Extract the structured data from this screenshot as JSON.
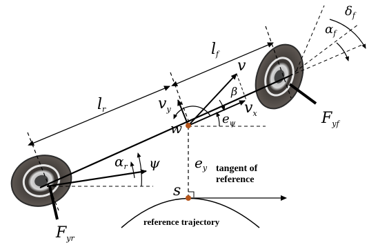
{
  "labels": {
    "lf": "l",
    "lf_sub": "f",
    "lr": "l",
    "lr_sub": "r",
    "v": "v",
    "vy": "v",
    "vy_sub": "y",
    "vx": "v",
    "vx_sub": "x",
    "beta": "β",
    "w": "w",
    "epsi": "e",
    "epsi_sub": "ψ",
    "ey": "e",
    "ey_sub": "y",
    "alpha_r": "α",
    "alpha_r_sub": "r",
    "psi": "ψ",
    "s": "s",
    "alpha_f": "α",
    "alpha_f_sub": "f",
    "delta_f": "δ",
    "delta_f_sub": "f",
    "Fyf": "F",
    "Fyf_sub": "yf",
    "Fyr": "F",
    "Fyr_sub": "yr",
    "tangent_line1": "tangent of",
    "tangent_line2": "reference",
    "reference_trajectory": "reference trajectory"
  },
  "colors": {
    "line": "#000000",
    "cg_point": "#b5541a",
    "tire_dark": "#2b2b2b",
    "tire_mid": "#5a5450",
    "rim": "#c8c8c8"
  }
}
